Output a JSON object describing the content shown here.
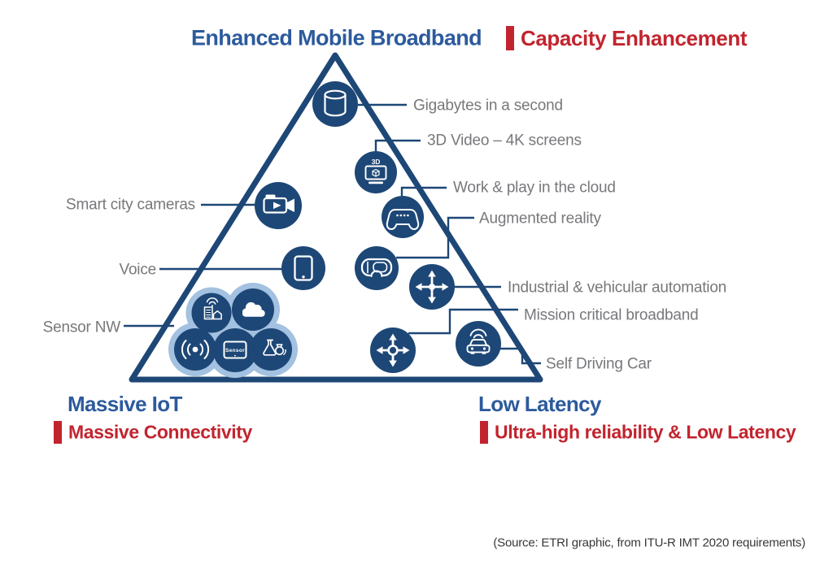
{
  "header": {
    "title": "Enhanced Mobile Broadband",
    "tagline": "Capacity Enhancement"
  },
  "corner_left": {
    "title": "Massive IoT",
    "tagline": "Massive Connectivity"
  },
  "corner_right": {
    "title": "Low Latency",
    "tagline": "Ultra-high reliability & Low Latency"
  },
  "use_cases": [
    {
      "label": "Gigabytes in a second",
      "icon": "database-cylinder-icon"
    },
    {
      "label": "3D Video – 4K screens",
      "icon": "3d-video-screen-icon"
    },
    {
      "label": "Work & play in the cloud",
      "icon": "gamepad-icon"
    },
    {
      "label": "Augmented reality",
      "icon": "ar-headset-icon"
    },
    {
      "label": "Industrial & vehicular automation",
      "icon": "motion-arrows-dot-icon"
    },
    {
      "label": "Mission critical broadband",
      "icon": "motion-arrows-ring-icon"
    },
    {
      "label": "Self Driving Car",
      "icon": "car-wifi-icon"
    },
    {
      "label": "Smart city cameras",
      "icon": "video-camera-icon"
    },
    {
      "label": "Voice",
      "icon": "smartphone-icon"
    },
    {
      "label": "Sensor NW",
      "icon": "sensor-cluster-icon"
    }
  ],
  "icon_texts": {
    "video_3d": "3D",
    "sensor_box": "Sensor"
  },
  "source": "(Source: ETRI graphic, from ITU-R IMT 2020 requirements)",
  "colors": {
    "navy": "#1d4776",
    "heading_blue": "#2c5a9c",
    "red": "#c2242e",
    "label_gray": "#77787b",
    "halo_blue": "#a3c1e0"
  }
}
